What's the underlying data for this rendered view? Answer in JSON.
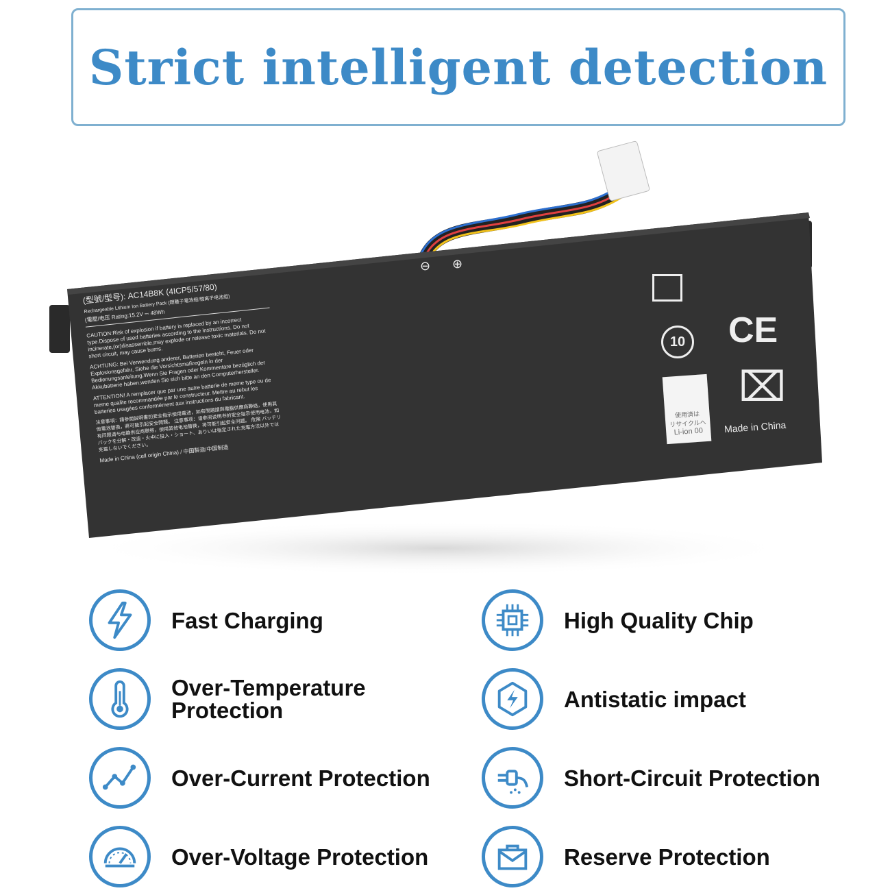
{
  "header": {
    "title": "Strict intelligent detection"
  },
  "battery": {
    "model": "(型號/型号): AC14B8K (4ICP5/57/80)",
    "type_line": "Rechargeable Lithium Ion Battery Pack (鋰離子電池組/锂离子电池组)",
    "rating_line": "(電壓/电压 Rating:15.2V ⎓ 48Wh",
    "caution": "CAUTION:Risk of explosion if battery is replaced by an incorrect type.Dispose of used batteries according to the instructions. Do not incinerate,(or)disassemble,may explode or release toxic materials. Do not short circuit, may cause burns.",
    "achtung": "ACHTUNG: Bei Verwendung anderer, Batterien besteht, Feuer oder Explosionsgefahr, Siehe die Vorsichtsmaßregeln in der Bedienungsanleitung.Wenn Sie Fragen oder Kommentare bezüglich der Akkubatterie haben,wenden Sie sich bitte an den Computerhersteller.",
    "attention": "ATTENTION! A remplacer que par une autre batterie de meme type ou de meme qualite recommandée par le constructeur. Mettre au rebut les batteries usagées conformément aux instructions du fabricant.",
    "cjk_notes": "注意事項：請參閱說明書的安全指示使用電池，如有問題請與電腦供應商聯絡，使用其他電池替換，將可能引起安全問題。 注意事项：请参阅说明书的安全指示使用电池，如有问题请与电脑供应商联络，使用其他电池替换，将可能引起安全问题。 危険 バッテリパックを分解・改造・火中に投入・ショート、ありいは指定された充電方法以外では充電しないでください。",
    "origin": "Made in China (cell origin China) / 中国製造/中国制造",
    "minus": "⊖",
    "plus": "⊕",
    "ce": "CE",
    "recycle_text1": "使用済は",
    "recycle_text2": "リサイクルへ",
    "recycle_text3": "Li-ion 00",
    "made_in": "Made in China",
    "circle_10": "10"
  },
  "features": [
    {
      "label": "Fast Charging",
      "icon": "lightning-bolt-icon"
    },
    {
      "label": "High Quality Chip",
      "icon": "chip-icon"
    },
    {
      "label": "Over-Temperature Protection",
      "icon": "thermometer-icon"
    },
    {
      "label": "Antistatic impact",
      "icon": "antistatic-shield-icon"
    },
    {
      "label": "Over-Current Protection",
      "icon": "current-graph-icon"
    },
    {
      "label": "Short-Circuit Protection",
      "icon": "plug-spark-icon"
    },
    {
      "label": "Over-Voltage Protection",
      "icon": "gauge-icon"
    },
    {
      "label": "Reserve Protection",
      "icon": "envelope-icon"
    }
  ],
  "colors": {
    "accent": "#3d8ac7",
    "battery": "#333333",
    "text": "#111111"
  }
}
